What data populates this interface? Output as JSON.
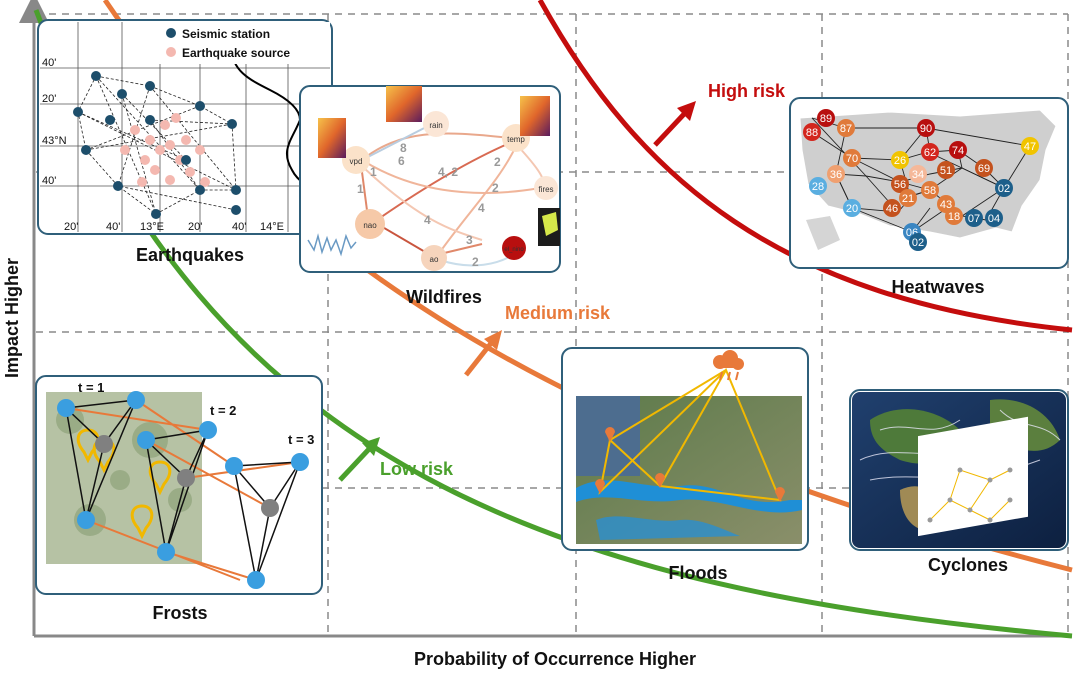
{
  "axes": {
    "x_label": "Probability of Occurrence Higher",
    "y_label": "Impact Higher"
  },
  "risk_levels": [
    {
      "label": "High risk",
      "color": "#c40d0d"
    },
    {
      "label": "Medium risk",
      "color": "#e8793a"
    },
    {
      "label": "Low risk",
      "color": "#4aa02c"
    }
  ],
  "panels": {
    "earthquakes": {
      "caption": "Earthquakes",
      "legend": [
        "Seismic station",
        "Earthquake source"
      ],
      "lat_labels": [
        "40'",
        "20'",
        "43°N",
        "40'"
      ],
      "lon_labels": [
        "20'",
        "40'",
        "13°E",
        "20'",
        "40'",
        "14°E"
      ]
    },
    "wildfires": {
      "caption": "Wildfires",
      "nodes": [
        "rain",
        "vpd",
        "temp",
        "fires",
        "nao",
        "ao",
        "el_nino"
      ],
      "edge_labels": [
        "1",
        "8",
        "6",
        "4, 2",
        "2",
        "1",
        "4",
        "4",
        "3",
        "2",
        "2"
      ]
    },
    "heatwaves": {
      "caption": "Heatwaves",
      "nodes": [
        "89",
        "88",
        "87",
        "90",
        "47",
        "70",
        "26",
        "62",
        "74",
        "36",
        "34",
        "51",
        "69",
        "28",
        "56",
        "58",
        "21",
        "46",
        "43",
        "02",
        "20",
        "18",
        "07",
        "04",
        "06",
        "02"
      ]
    },
    "frosts": {
      "caption": "Frosts",
      "time_labels": [
        "t = 1",
        "t = 2",
        "t = 3"
      ]
    },
    "floods": {
      "caption": "Floods"
    },
    "cyclones": {
      "caption": "Cyclones"
    }
  },
  "colors": {
    "panel_border": "#2f5f7a",
    "grid": "#8a8a8a",
    "station": "#1d4e6b",
    "source": "#f4b8b0",
    "frost_node": "#3a9ee0",
    "frost_center": "#808080",
    "orange": "#e8793a",
    "flood_line": "#f1b800"
  }
}
